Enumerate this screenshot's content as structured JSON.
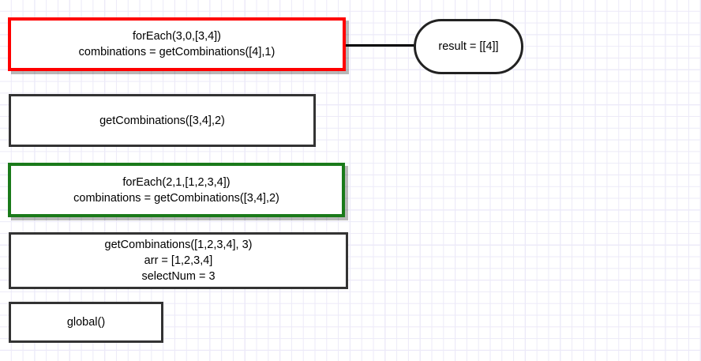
{
  "diagram": {
    "type": "call-stack-flowchart",
    "background": {
      "grid": true,
      "minor_grid_color": "#eceaf8",
      "major_grid_color": "#dedaf5",
      "page_color": "#ffffff"
    },
    "nodes": [
      {
        "id": "foreach-3-0",
        "shape": "rectangle",
        "border_color": "#ff0000",
        "shadow": true,
        "lines": [
          "forEach(3,0,[3,4])",
          "combinations = getCombinations([4],1)"
        ],
        "text": "forEach(3,0,[3,4])\ncombinations = getCombinations([4],1)"
      },
      {
        "id": "getcombinations-34-2",
        "shape": "rectangle",
        "border_color": "#333333",
        "shadow": false,
        "lines": [
          "getCombinations([3,4],2)"
        ],
        "text": "getCombinations([3,4],2)"
      },
      {
        "id": "foreach-2-1",
        "shape": "rectangle",
        "border_color": "#1a7a1a",
        "shadow": true,
        "lines": [
          "forEach(2,1,[1,2,3,4])",
          "combinations = getCombinations([3,4],2)"
        ],
        "text": "forEach(2,1,[1,2,3,4])\ncombinations = getCombinations([3,4],2)"
      },
      {
        "id": "getcombinations-1234-3",
        "shape": "rectangle",
        "border_color": "#333333",
        "shadow": false,
        "lines": [
          "getCombinations([1,2,3,4], 3)",
          "arr = [1,2,3,4]",
          "selectNum = 3"
        ],
        "text": "getCombinations([1,2,3,4], 3)\narr = [1,2,3,4]\nselectNum = 3"
      },
      {
        "id": "global",
        "shape": "rectangle",
        "border_color": "#333333",
        "shadow": false,
        "lines": [
          "global()"
        ],
        "text": "global()"
      },
      {
        "id": "result",
        "shape": "pill",
        "border_color": "#222222",
        "shadow": false,
        "lines": [
          "result = [[4]]"
        ],
        "text": "result = [[4]]"
      }
    ],
    "edges": [
      {
        "id": "edge-foreach-to-result",
        "from": "foreach-3-0",
        "to": "result",
        "color": "#000000",
        "style": "solid"
      }
    ]
  }
}
